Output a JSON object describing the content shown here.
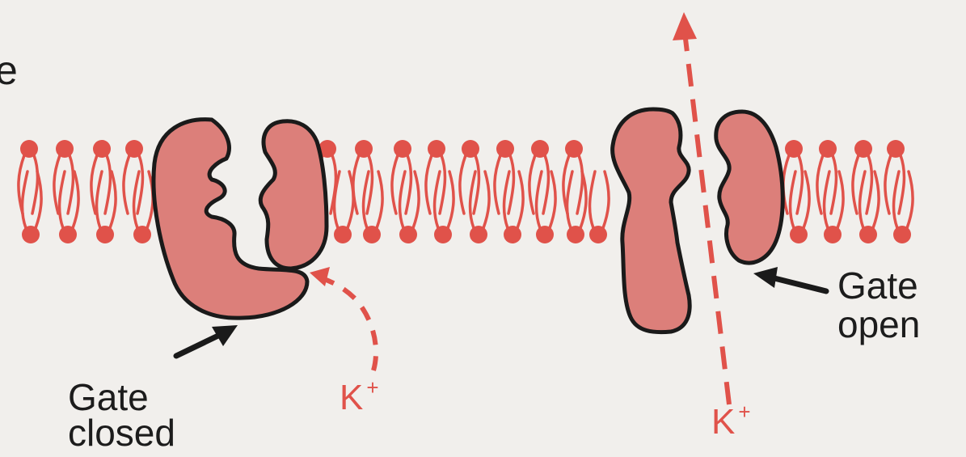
{
  "labels": {
    "partial_letter": "e",
    "gate_closed_line1": "Gate",
    "gate_closed_line2": "closed",
    "gate_open_line1": "Gate",
    "gate_open_line2": "open",
    "ion_left_symbol": "K",
    "ion_left_charge": "+",
    "ion_right_symbol": "K",
    "ion_right_charge": "+"
  },
  "colors": {
    "background": "#f1efec",
    "lipid": "#e0524a",
    "protein_fill": "#dc7f7a",
    "protein_outline": "#1a1a1a",
    "ion_path": "#e0524a",
    "pointer_arrow": "#1a1a1a",
    "label_text": "#1c1c1c"
  },
  "elements": {
    "membrane": "phospholipid-bilayer",
    "closed_channel": "gated-potassium-channel-closed",
    "open_channel": "gated-potassium-channel-open"
  }
}
